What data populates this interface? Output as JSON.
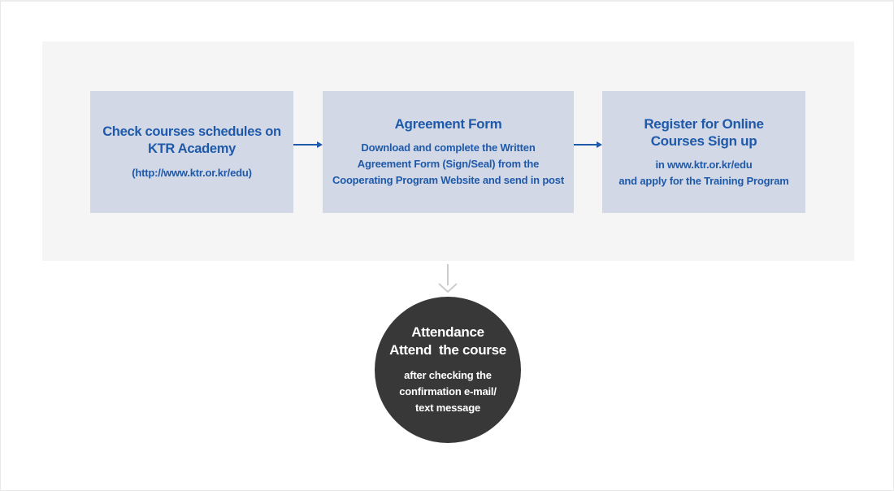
{
  "flow": {
    "steps": [
      {
        "title_lines": [
          "Check courses schedules on",
          "KTR Academy"
        ],
        "body_lines": [
          "(http://www.ktr.or.kr/edu)"
        ]
      },
      {
        "title_lines": [
          "Agreement Form"
        ],
        "body_lines": [
          "Download and complete the Written",
          "Agreement Form (Sign/Seal) from the",
          "Cooperating Program Website and send in post"
        ]
      },
      {
        "title_lines": [
          "Register for Online",
          "Courses Sign up"
        ],
        "body_lines": [
          "in www.ktr.or.kr/edu",
          "and apply for the Training Program"
        ]
      }
    ],
    "final": {
      "title_lines": [
        "Attendance",
        "Attend  the course"
      ],
      "body_lines": [
        "after checking the",
        "confirmation e-mail/",
        "text message"
      ]
    }
  },
  "icons": {
    "arrow_right_icon": "→",
    "arrow_down_icon": "↓"
  },
  "colors": {
    "accent_blue": "#1e5aa9",
    "step_box_bg": "#d3d8e7",
    "panel_bg": "#f5f5f6",
    "circle_bg": "#383838",
    "circle_text": "#ffffff",
    "down_arrow_gray": "#cdcdcd",
    "page_border": "#e8e8e8"
  }
}
